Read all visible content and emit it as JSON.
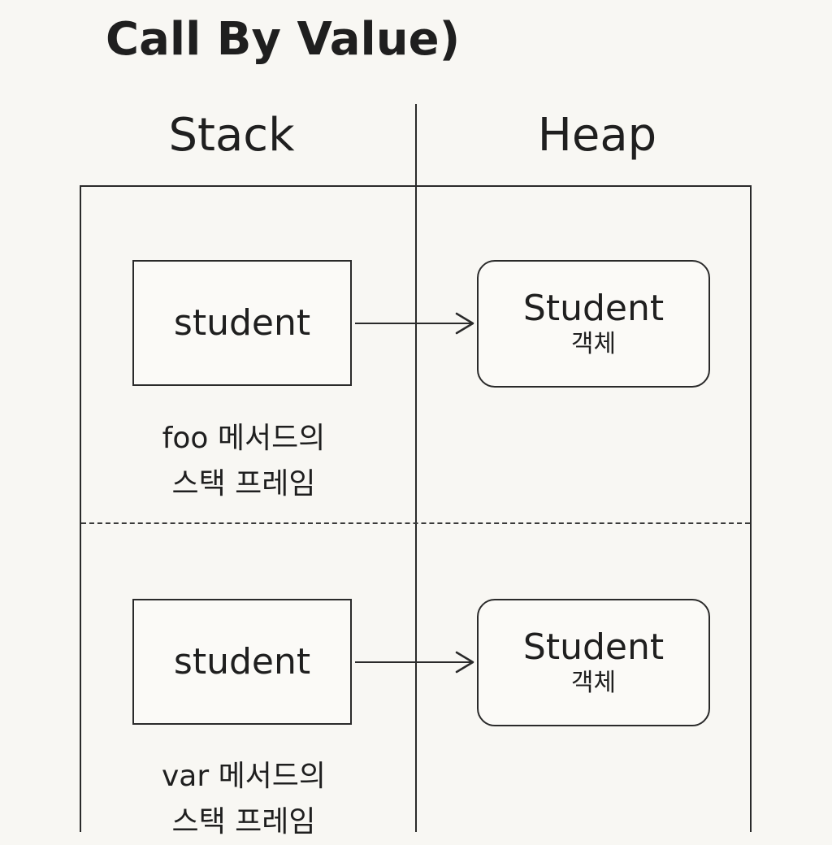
{
  "title": "Call By Value)",
  "columns": {
    "stack": "Stack",
    "heap": "Heap"
  },
  "frames": [
    {
      "variable": "student",
      "object_name": "Student",
      "object_sub": "객체",
      "label_line1": "foo 메서드의",
      "label_line2": "스택 프레임"
    },
    {
      "variable": "student",
      "object_name": "Student",
      "object_sub": "객체",
      "label_line1": "var 메서드의",
      "label_line2": "스택 프레임"
    }
  ]
}
